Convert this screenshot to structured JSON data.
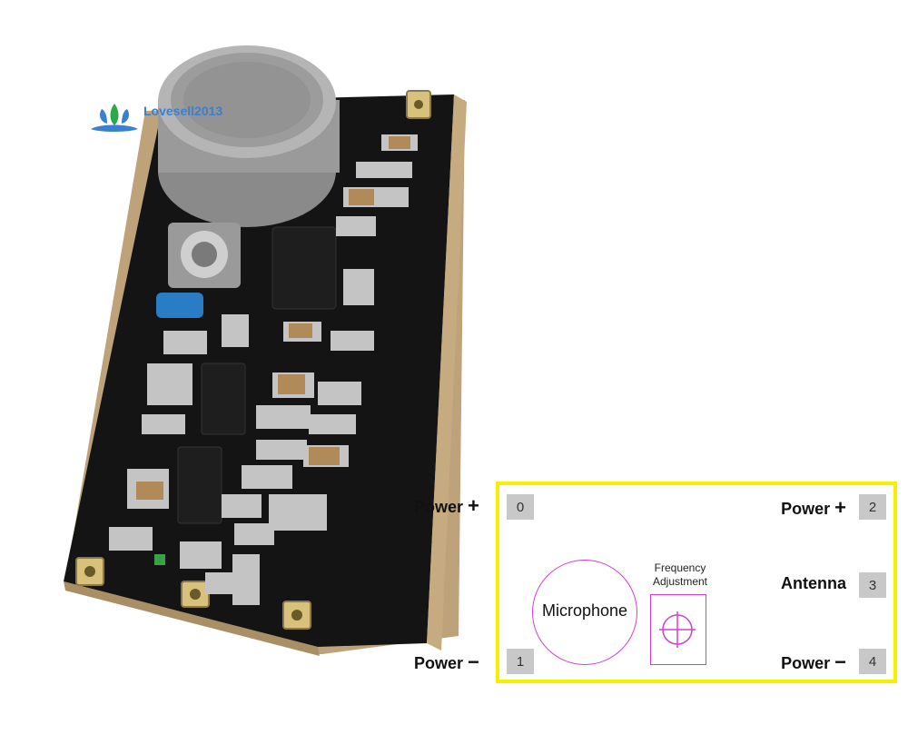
{
  "watermark": {
    "text": "Lovesell2013"
  },
  "pinout": {
    "left_top_label": "Power",
    "left_top_sign": "+",
    "left_bottom_label": "Power",
    "left_bottom_sign": "−",
    "right_labels": [
      {
        "label": "Power",
        "sign": "+"
      },
      {
        "label": "Antenna",
        "sign": ""
      },
      {
        "label": "Power",
        "sign": "−"
      }
    ],
    "pins": [
      "0",
      "1",
      "2",
      "3",
      "4"
    ],
    "microphone_label": "Microphone",
    "frequency_label_1": "Frequency",
    "frequency_label_2": "Adjustment"
  },
  "colors": {
    "border": "#f4f000",
    "outline": "#d040d0",
    "pin_bg": "#c8c8c8"
  }
}
